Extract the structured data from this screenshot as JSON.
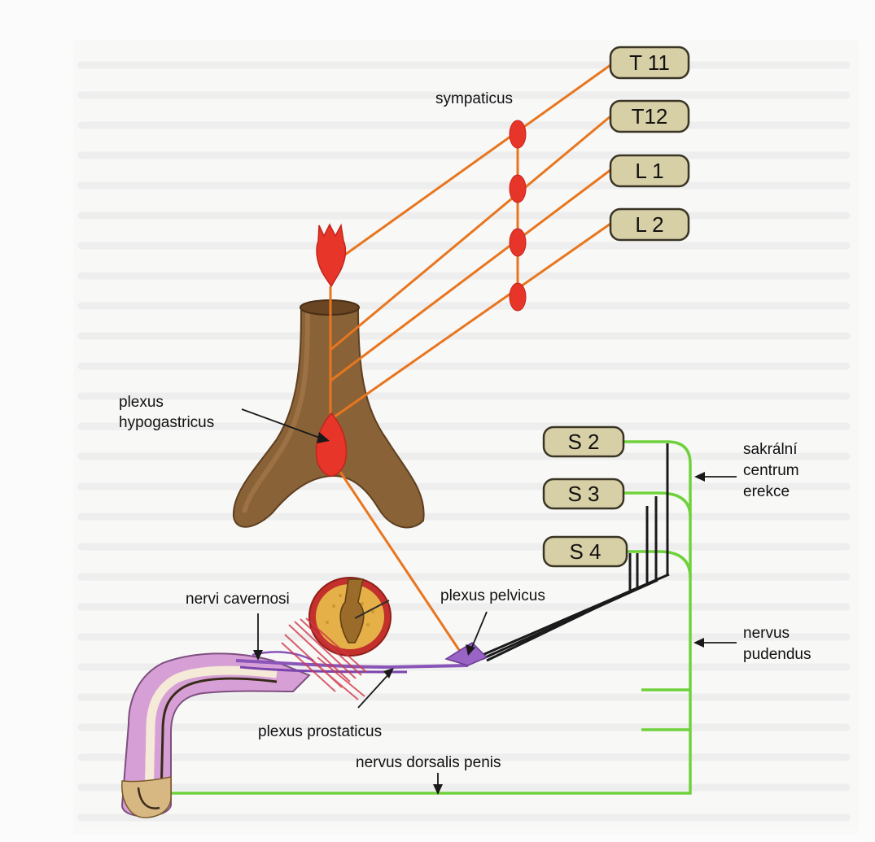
{
  "segments": {
    "t11": "T 11",
    "t12": "T12",
    "l1": "L 1",
    "l2": "L 2",
    "s2": "S 2",
    "s3": "S 3",
    "s4": "S 4"
  },
  "labels": {
    "sympaticus": "sympaticus",
    "plexus_hypogastricus_1": "plexus",
    "plexus_hypogastricus_2": "hypogastricus",
    "sakralni_1": "sakrální",
    "sakralni_2": "centrum",
    "sakralni_3": "erekce",
    "nervi_cavernosi": "nervi cavernosi",
    "plexus_pelvicus": "plexus pelvicus",
    "nervus_pudendus_1": "nervus",
    "nervus_pudendus_2": "pudendus",
    "plexus_prostaticus": "plexus prostaticus",
    "nervus_dorsalis_penis": "nervus dorsalis penis"
  },
  "colors": {
    "sympathetic": "#e8761f",
    "ganglion": "#e8352a",
    "somatic": "#6fd23c",
    "parasympathetic": "#1a1a1a",
    "segment_box": "#d7cfa6",
    "aorta": "#8a6238",
    "penis": "#d6a0d6",
    "plexus": "#8a55b8"
  }
}
